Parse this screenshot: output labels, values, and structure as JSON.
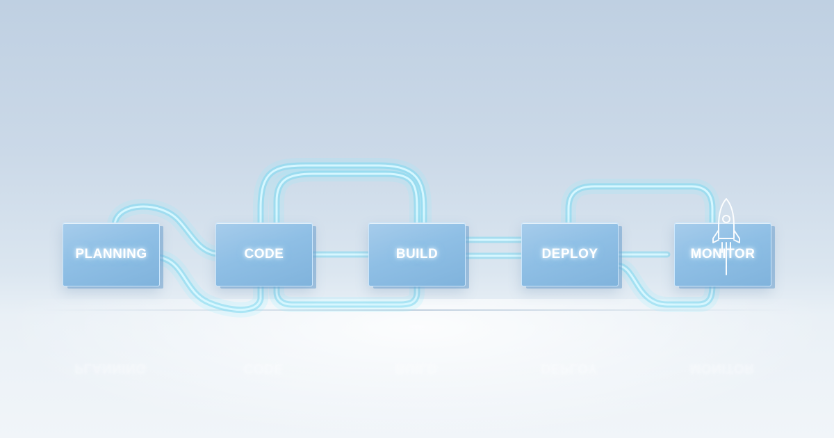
{
  "stages": [
    {
      "label": "PLANNING"
    },
    {
      "label": "CODE"
    },
    {
      "label": "BUILD"
    },
    {
      "label": "DEPLOY"
    },
    {
      "label": "MONITOR"
    }
  ],
  "icons": {
    "monitor": "rocket-icon"
  },
  "colors": {
    "pipe": "#7fd8f0",
    "box": "#8fbfe5",
    "background": "#cbd9e8"
  }
}
